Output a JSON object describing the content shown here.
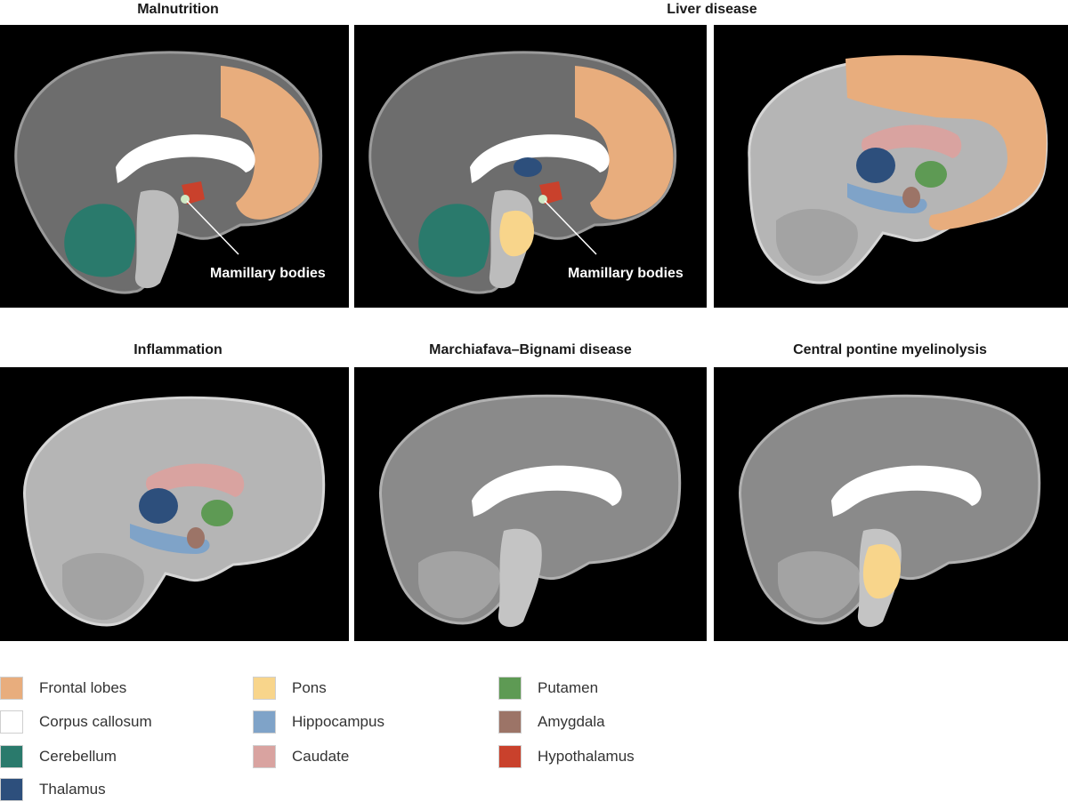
{
  "headings": {
    "malnutrition": "Malnutrition",
    "liver": "Liver disease",
    "inflammation": "Inflammation",
    "marchiafava": "Marchiafava–Bignami disease",
    "cpm": "Central pontine myelinolysis"
  },
  "callouts": {
    "mamillary": "Mamillary bodies"
  },
  "colors": {
    "frontal": "#e8ad7d",
    "callosum": "#ffffff",
    "cerebellum": "#2a7a6c",
    "thalamus": "#2d4f7c",
    "pons": "#f8d58b",
    "hippocampus": "#7fa3c8",
    "caudate": "#d9a3a0",
    "putamen": "#5e9a54",
    "amygdala": "#9c7467",
    "hypothalamus": "#c9412c"
  },
  "legend": [
    {
      "label": "Frontal lobes",
      "color": "#e8ad7d"
    },
    {
      "label": "Corpus callosum",
      "color": "#ffffff"
    },
    {
      "label": "Cerebellum",
      "color": "#2a7a6c"
    },
    {
      "label": "Thalamus",
      "color": "#2d4f7c"
    },
    {
      "label": "Pons",
      "color": "#f8d58b"
    },
    {
      "label": "Hippocampus",
      "color": "#7fa3c8"
    },
    {
      "label": "Caudate",
      "color": "#d9a3a0"
    },
    {
      "label": "Putamen",
      "color": "#5e9a54"
    },
    {
      "label": "Amygdala",
      "color": "#9c7467"
    },
    {
      "label": "Hypothalamus",
      "color": "#c9412c"
    }
  ]
}
